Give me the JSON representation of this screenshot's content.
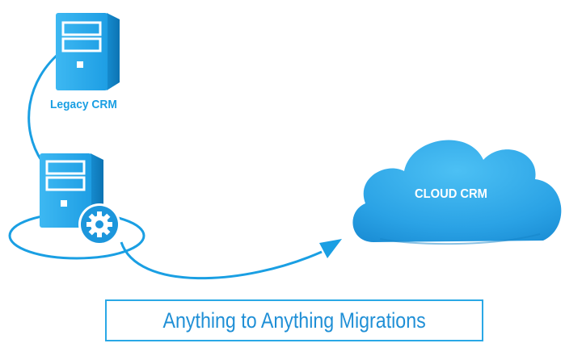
{
  "labels": {
    "legacy_crm": "Legacy CRM",
    "cloud_crm": "CLOUD CRM",
    "banner": "Anything to Anything Migrations"
  },
  "icons": {
    "legacy_server": "server-tower-icon",
    "migration_server": "server-tower-icon",
    "gear": "gear-icon",
    "cloud": "cloud-icon",
    "arrow": "arrow-head-icon"
  },
  "colors": {
    "primary_blue": "#1a9fe3",
    "light_blue": "#39b7f0",
    "dark_blue": "#0d7fc4",
    "cloud_blue": "#2ba2e6",
    "text_white": "#ffffff"
  }
}
